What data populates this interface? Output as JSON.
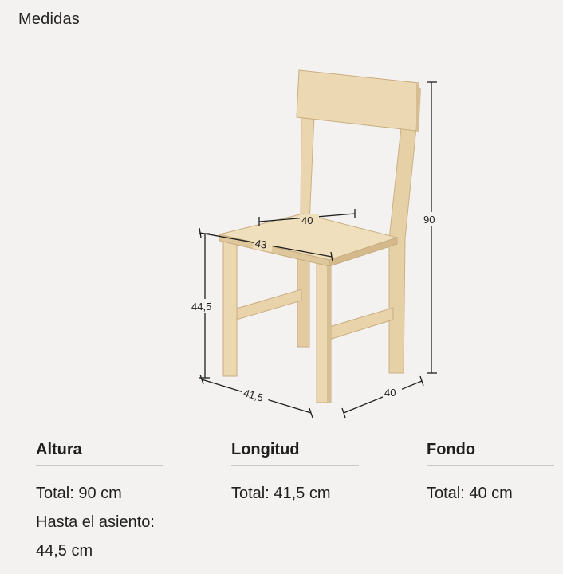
{
  "title": "Medidas",
  "dimensions": {
    "height_total": "90",
    "seat_height": "44,5",
    "width_front": "41,5",
    "depth": "40",
    "seat_width": "43",
    "seat_depth": "40"
  },
  "specs": [
    {
      "heading": "Altura",
      "lines": [
        "Total: 90 cm",
        "Hasta el asiento:",
        "44,5 cm"
      ]
    },
    {
      "heading": "Longitud",
      "lines": [
        "Total: 41,5 cm"
      ]
    },
    {
      "heading": "Fondo",
      "lines": [
        "Total: 40 cm"
      ]
    }
  ],
  "colors": {
    "wood_light": "#ecd9b2",
    "wood_mid": "#dcc49a",
    "wood_dark": "#c7ab7c",
    "dimension_line": "#1f1f1f",
    "background": "#f3f2f0"
  }
}
